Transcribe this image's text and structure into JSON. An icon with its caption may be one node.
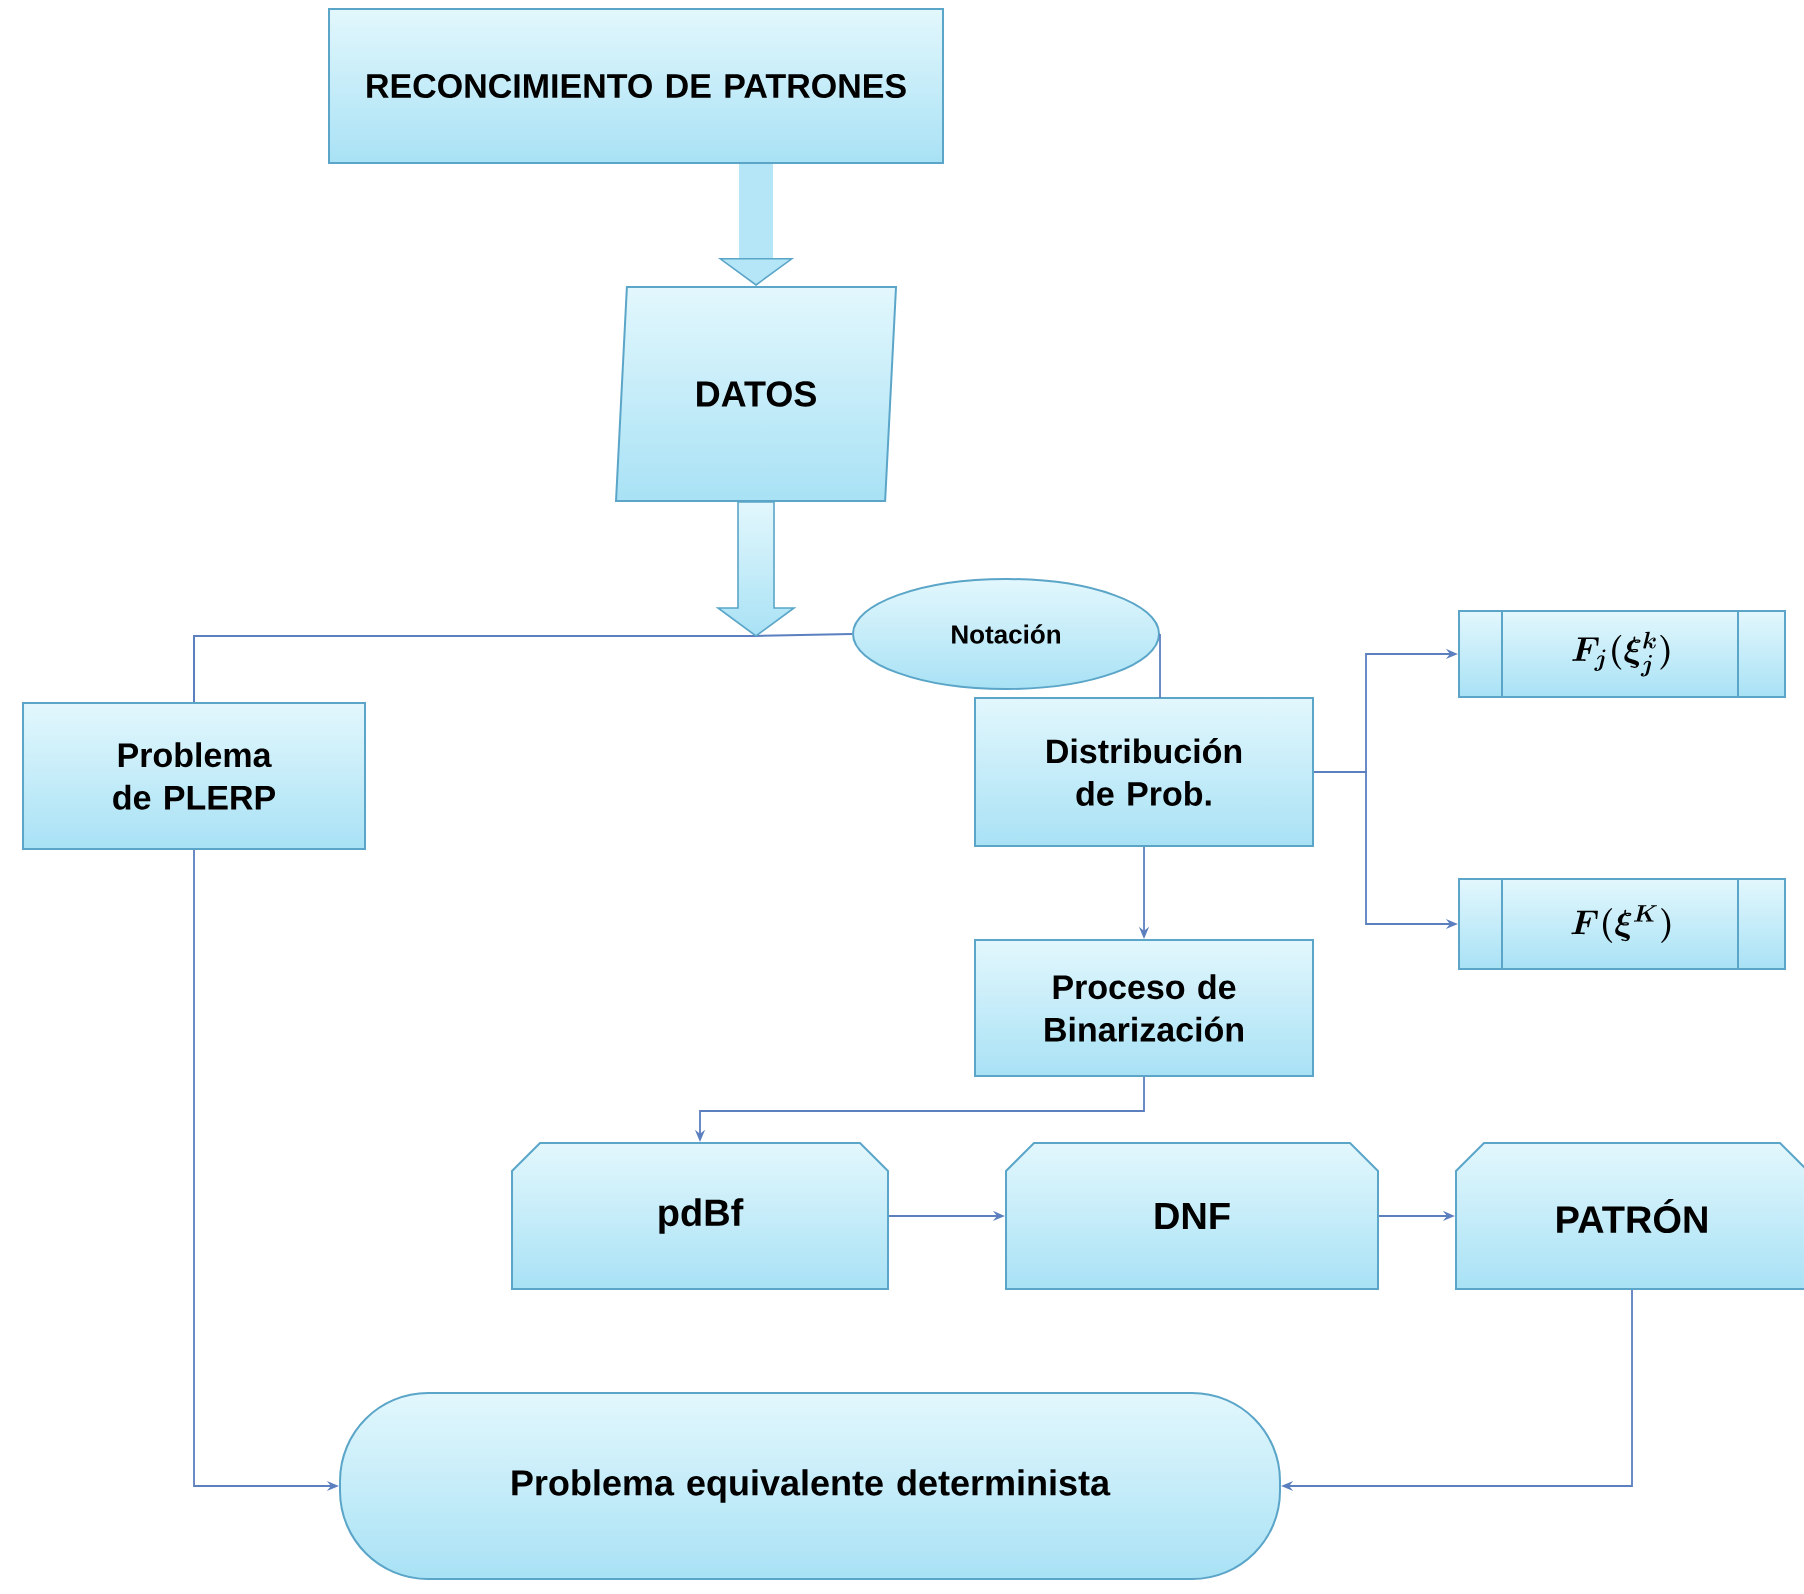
{
  "diagram": {
    "nodes": [
      {
        "text": [
          "RECONCIMIENTO DE PATRONES"
        ]
      },
      {
        "text": [
          "DATOS"
        ]
      },
      {
        "text": [
          "Notación"
        ]
      },
      {
        "text": [
          "Problema de PLERP"
        ]
      },
      {
        "text": [
          "Distribución de Prob."
        ]
      },
      {
        "text": [
          "F_j(\\xi_j^k)"
        ]
      },
      {
        "text": [
          "F(\\xi^K)"
        ]
      },
      {
        "text": [
          "Proceso de Binarización"
        ]
      },
      {
        "text": [
          "pdBf"
        ]
      },
      {
        "text": [
          "DNF"
        ]
      },
      {
        "text": [
          "PATRÓN"
        ]
      },
      {
        "text": [
          "Problema equivalente determinista"
        ]
      }
    ],
    "edges": [
      {
        "from": 0,
        "to": 1,
        "arrow": "to",
        "style": "thick",
        "color": "#b5e6f7"
      },
      {
        "from": 1,
        "to": 3,
        "arrow": "none"
      },
      {
        "from": 1,
        "to": 2,
        "arrow": "none"
      },
      {
        "from": 2,
        "to": 4,
        "arrow": "none"
      },
      {
        "from": 4,
        "to": 5,
        "arrow": "to"
      },
      {
        "from": 4,
        "to": 6,
        "arrow": "to"
      },
      {
        "from": 4,
        "to": 7,
        "arrow": "to"
      },
      {
        "from": 7,
        "to": 8,
        "arrow": "to"
      },
      {
        "from": 8,
        "to": 9,
        "arrow": "to"
      },
      {
        "from": 9,
        "to": 10,
        "arrow": "to"
      },
      {
        "from": 3,
        "to": 11,
        "arrow": "to"
      },
      {
        "from": 10,
        "to": 11,
        "arrow": "to"
      }
    ]
  }
}
